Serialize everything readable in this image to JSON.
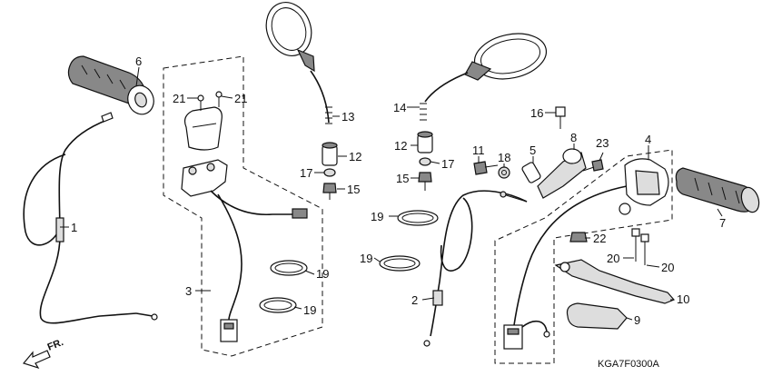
{
  "diagram_code": "KGA7F0300A",
  "front_marker": "FR.",
  "callouts": {
    "c1": "1",
    "c2": "2",
    "c3": "3",
    "c4": "4",
    "c5": "5",
    "c6": "6",
    "c7": "7",
    "c8": "8",
    "c9": "9",
    "c10": "10",
    "c11": "11",
    "c12a": "12",
    "c12b": "12",
    "c13": "13",
    "c14": "14",
    "c15a": "15",
    "c15b": "15",
    "c16": "16",
    "c17a": "17",
    "c17b": "17",
    "c18": "18",
    "c19a": "19",
    "c19b": "19",
    "c19c": "19",
    "c19d": "19",
    "c20a": "20",
    "c20b": "20",
    "c21a": "21",
    "c21b": "21",
    "c22": "22",
    "c23": "23"
  },
  "colors": {
    "line": "#111111",
    "fill_dark": "#888888",
    "fill_light": "#dddddd"
  }
}
